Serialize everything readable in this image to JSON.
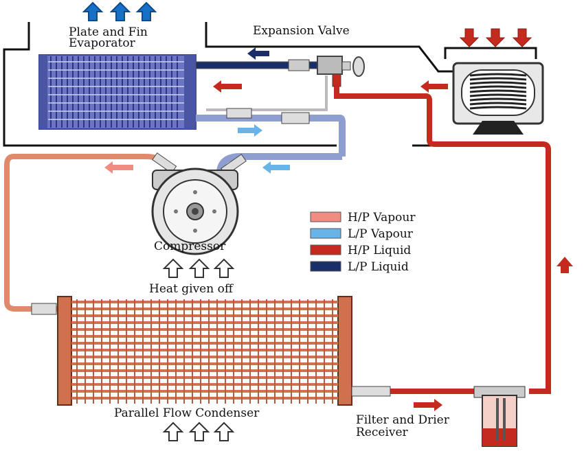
{
  "labels": {
    "evaporator": [
      "Plate and Fin",
      "Evaporator"
    ],
    "expansion_valve": "Expansion Valve",
    "compressor": "Compressor",
    "heat_given_off": "Heat given off",
    "condenser": "Parallel Flow Condenser",
    "filter": [
      "Filter and Drier",
      "Receiver"
    ]
  },
  "legend": [
    {
      "label": "H/P Vapour",
      "color": "#f08c82"
    },
    {
      "label": "L/P Vapour",
      "color": "#68b4e8"
    },
    {
      "label": "H/P Liquid",
      "color": "#c42a1e"
    },
    {
      "label": "L/P Liquid",
      "color": "#1a2f6a"
    }
  ],
  "colors": {
    "hp_vapour": "#f08c82",
    "hp_vapour_pipe": "#e08a6c",
    "lp_vapour": "#68b4e8",
    "lp_vapour_pipe": "#8e9ed0",
    "hp_liquid": "#c42a1e",
    "lp_liquid": "#1a2f6a",
    "air_in": "#1570c8",
    "air_hot": "#c42a1e",
    "evaporator": "#6a76c4",
    "condenser": "#d0704e"
  }
}
